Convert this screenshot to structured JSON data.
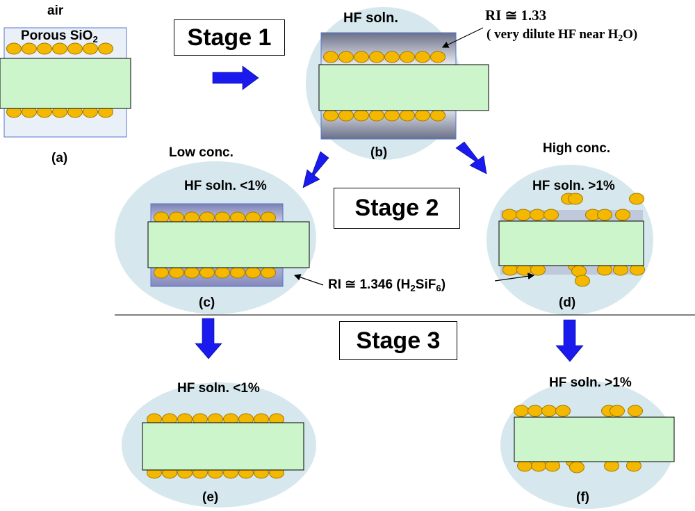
{
  "stages": {
    "stage1": "Stage 1",
    "stage2": "Stage 2",
    "stage3": "Stage 3"
  },
  "panels": {
    "a": {
      "label": "(a)",
      "top_medium": "air",
      "film": "Porous SiO",
      "film_sub": "2"
    },
    "b": {
      "label": "(b)",
      "solution": "HF soln."
    },
    "c": {
      "label": "(c)",
      "solution": "HF soln.  <1%",
      "condition": "Low conc."
    },
    "d": {
      "label": "(d)",
      "solution": "HF soln.  >1%",
      "condition": "High conc."
    },
    "e": {
      "label": "(e)",
      "solution": "HF soln.   <1%"
    },
    "f": {
      "label": "(f)",
      "solution": "HF soln. >1%"
    }
  },
  "annotations": {
    "ri_water": {
      "ri": "RI ≅ 1.33",
      "note_pre": "( very dilute HF near H",
      "note_sub": "2",
      "note_post": "O)"
    },
    "ri_h2sif6": {
      "pre": "RI ≅ 1.346 (H",
      "sub1": "2",
      "mid": "SiF",
      "sub2": "6",
      "post": ")"
    }
  },
  "colors": {
    "substrate": "#ccf5cc",
    "bead": "#f5b800",
    "bead_edge": "#a07800",
    "halo": "#d6e8ee",
    "arrow": "#1a1aee",
    "solution_dark": "#7878b8",
    "solution_light": "#c0c8dc",
    "box_edge": "#5577cc"
  }
}
